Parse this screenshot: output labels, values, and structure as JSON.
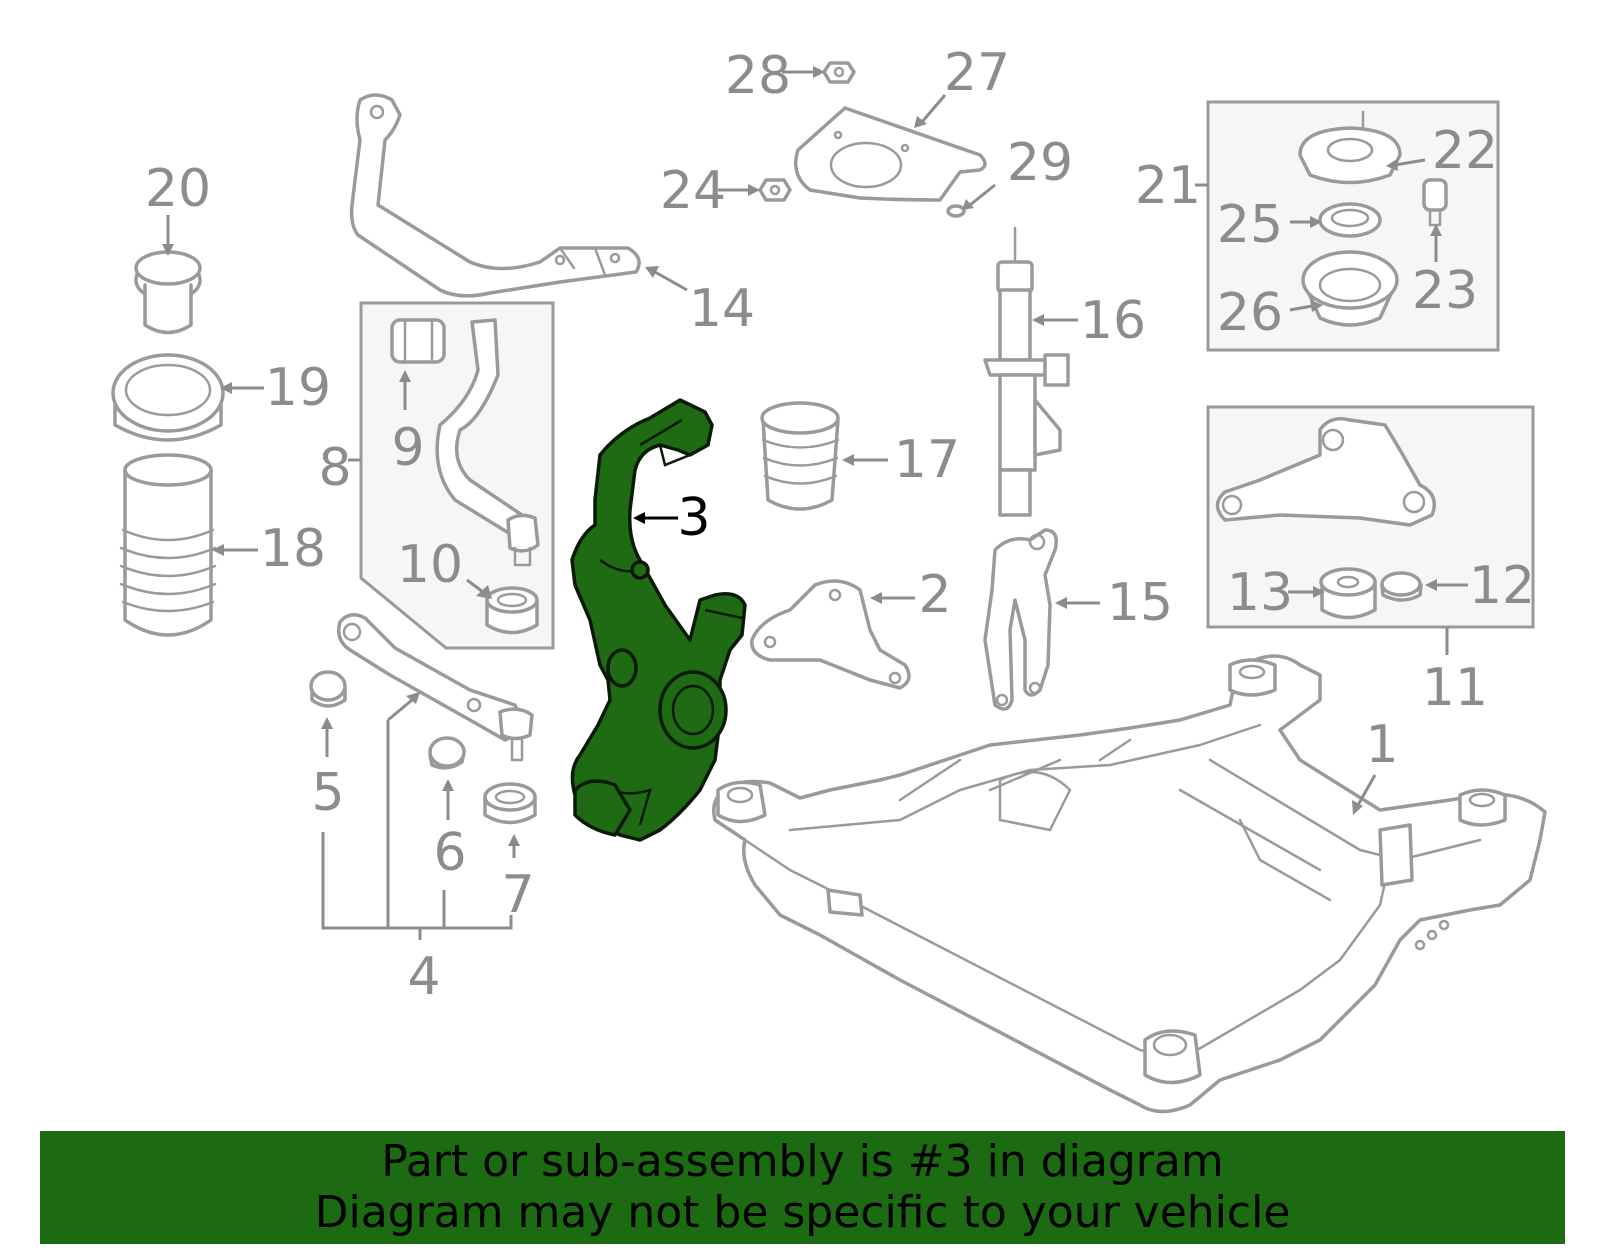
{
  "callouts": {
    "c1": "1",
    "c2": "2",
    "c3": "3",
    "c4": "4",
    "c5": "5",
    "c6": "6",
    "c7": "7",
    "c8": "8",
    "c9": "9",
    "c10": "10",
    "c11": "11",
    "c12": "12",
    "c13": "13",
    "c14": "14",
    "c15": "15",
    "c16": "16",
    "c17": "17",
    "c18": "18",
    "c19": "19",
    "c20": "20",
    "c21": "21",
    "c22": "22",
    "c23": "23",
    "c24": "24",
    "c25": "25",
    "c26": "26",
    "c27": "27",
    "c28": "28",
    "c29": "29"
  },
  "highlighted_part": "3",
  "colors": {
    "highlight": "#1f6b14",
    "banner": "#1c6b12",
    "line_art": "#9a9a9a"
  },
  "banner": {
    "line1": "Part or sub-assembly is #3 in diagram",
    "line2": "Diagram may not be specific to your vehicle"
  }
}
